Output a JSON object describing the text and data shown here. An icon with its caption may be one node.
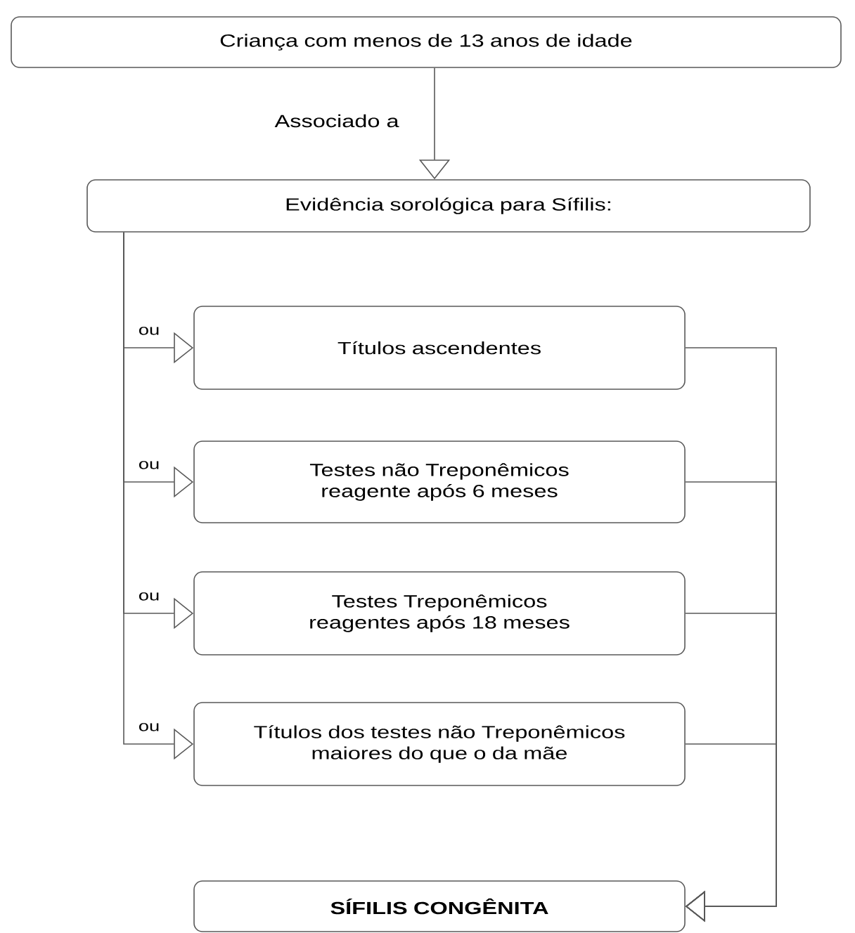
{
  "diagram": {
    "nodes": [
      {
        "text": [
          "Criança com menos de 13 anos de idade"
        ]
      },
      {
        "text": [
          "Evidência sorológica para Sífilis:"
        ]
      },
      {
        "text": [
          "Títulos ascendentes"
        ]
      },
      {
        "text": [
          "Testes não Treponêmicos reagente após 6 meses"
        ]
      },
      {
        "text": [
          "Testes Treponêmicos reagentes após 18 meses"
        ]
      },
      {
        "text": [
          "Títulos dos testes não Treponêmicos maiores do que o da mãe"
        ]
      },
      {
        "text": [
          "SÍFILIS CONGÊNITA"
        ]
      }
    ],
    "edges": [
      {
        "from": 0,
        "to": 1,
        "arrow": "to",
        "label": "Associado a"
      },
      {
        "from": 1,
        "to": 2,
        "arrow": "to",
        "label": "ou"
      },
      {
        "from": 1,
        "to": 3,
        "arrow": "to",
        "label": "ou"
      },
      {
        "from": 1,
        "to": 4,
        "arrow": "to",
        "label": "ou"
      },
      {
        "from": 1,
        "to": 5,
        "arrow": "to",
        "label": "ou"
      },
      {
        "from": 2,
        "to": 6,
        "arrow": "to"
      },
      {
        "from": 3,
        "to": 6,
        "arrow": "to"
      },
      {
        "from": 4,
        "to": 6,
        "arrow": "to"
      },
      {
        "from": 5,
        "to": 6,
        "arrow": "to"
      }
    ]
  }
}
